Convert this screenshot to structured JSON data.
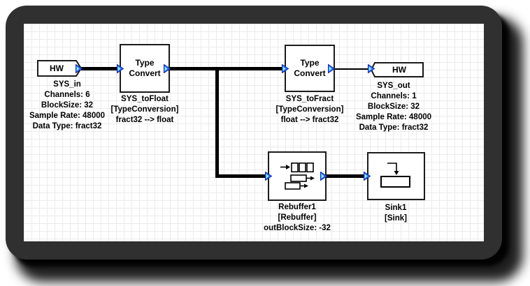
{
  "window": {
    "frame_color": "#303030",
    "grid_color": "#ebebeb",
    "canvas_color": "#ffffff"
  },
  "colors": {
    "wire": "#000000",
    "block_border": "#1b1b1b",
    "pin_fill": "#2b6bf0",
    "pin_highlight": "#8fe8ff",
    "pin_outline": "#0a2a9e",
    "text": "#000000"
  },
  "blocks": {
    "hw_in": {
      "title": "HW",
      "label_lines": [
        "SYS_in",
        "Channels: 6",
        "BlockSize: 32",
        "Sample Rate: 48000",
        "Data Type: fract32"
      ]
    },
    "sys_to_float": {
      "title": "Type Convert",
      "label_lines": [
        "SYS_toFloat",
        "[TypeConversion]",
        "fract32 --> float"
      ]
    },
    "sys_to_fract": {
      "title": "Type Convert",
      "label_lines": [
        "SYS_toFract",
        "[TypeConversion]",
        "float --> fract32"
      ]
    },
    "hw_out": {
      "title": "HW",
      "label_lines": [
        "SYS_out",
        "Channels: 1",
        "BlockSize: 32",
        "Sample Rate: 48000",
        "Data Type: fract32"
      ]
    },
    "rebuffer": {
      "label_lines": [
        "Rebuffer1",
        "[Rebuffer]",
        "outBlockSize: -32"
      ]
    },
    "sink": {
      "label_lines": [
        "Sink1",
        "[Sink]"
      ]
    }
  },
  "connections": [
    {
      "from": "SYS_in",
      "to": "SYS_toFloat",
      "thickness": "thick"
    },
    {
      "from": "SYS_toFloat",
      "to": "SYS_toFract",
      "thickness": "thick"
    },
    {
      "from": "SYS_toFloat",
      "to": "Rebuffer1",
      "thickness": "thick"
    },
    {
      "from": "SYS_toFract",
      "to": "SYS_out",
      "thickness": "thin"
    },
    {
      "from": "Rebuffer1",
      "to": "Sink1",
      "thickness": "thick"
    }
  ]
}
